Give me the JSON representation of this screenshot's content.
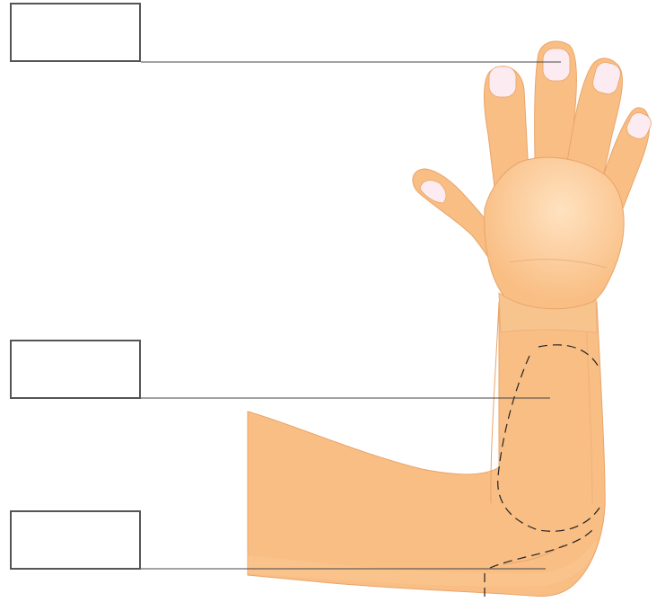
{
  "labels": [
    {
      "id": "label-fingertips",
      "answer": ""
    },
    {
      "id": "label-forearm",
      "answer": ""
    },
    {
      "id": "label-elbow",
      "answer": ""
    }
  ],
  "colors": {
    "skin": "#F9BE84",
    "skin_light": "#FDD9B0",
    "skin_outline": "#E9A46A",
    "nail": "#FCEBF0",
    "leader_line": "#444444",
    "box_border": "#555555",
    "dashed_outline": "#222222"
  }
}
